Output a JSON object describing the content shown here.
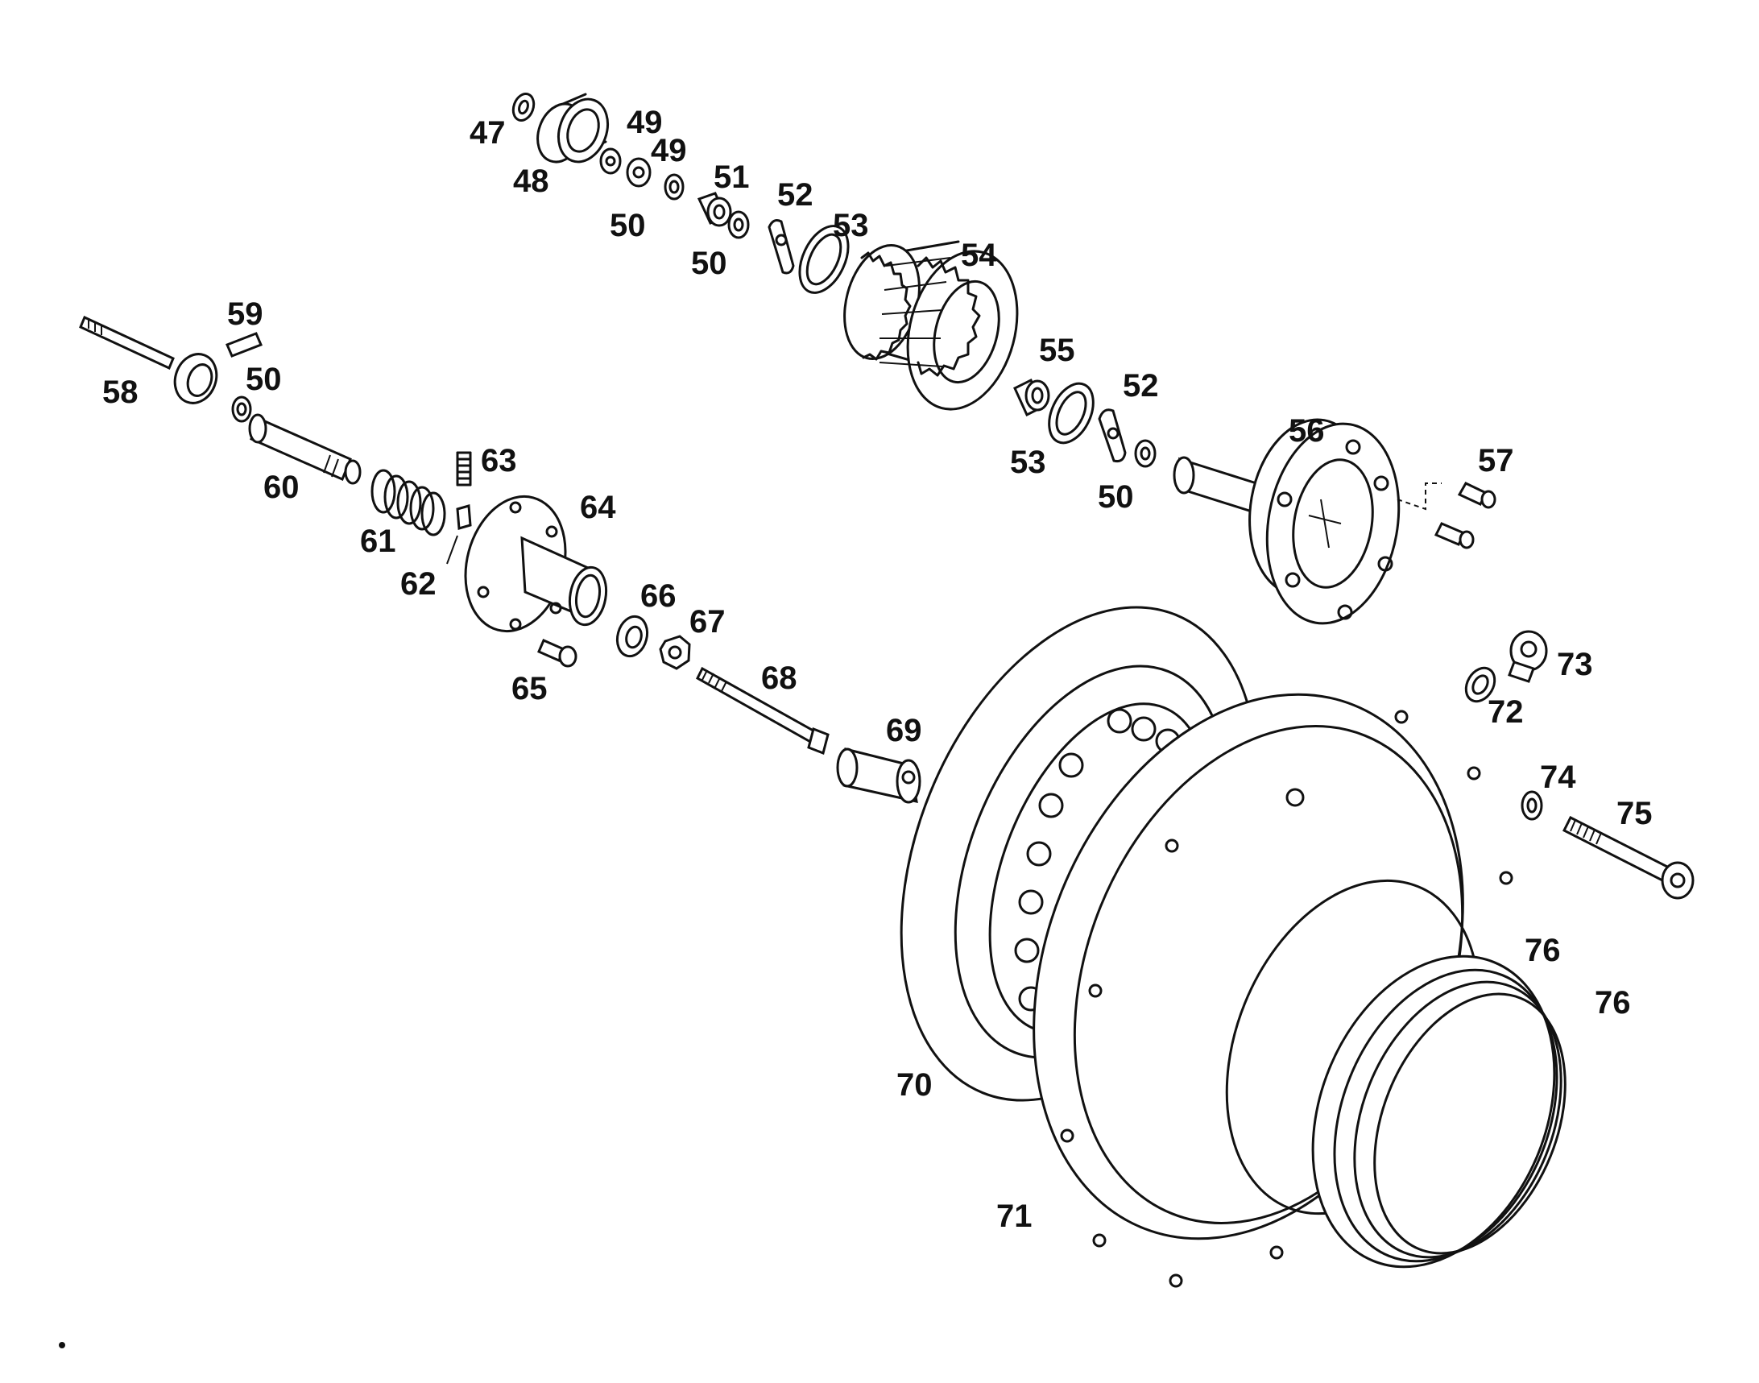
{
  "diagram": {
    "colors": {
      "ink": "#111111",
      "paper": "#ffffff"
    },
    "labels": {
      "l47": "47",
      "l48": "48",
      "l49a": "49",
      "l49b": "49",
      "l50a": "50",
      "l50b": "50",
      "l50c": "50",
      "l50d": "50",
      "l51": "51",
      "l52a": "52",
      "l52b": "52",
      "l53a": "53",
      "l53b": "53",
      "l54": "54",
      "l55": "55",
      "l56": "56",
      "l57": "57",
      "l58": "58",
      "l59": "59",
      "l60": "60",
      "l61": "61",
      "l62": "62",
      "l63": "63",
      "l64": "64",
      "l65": "65",
      "l66": "66",
      "l67": "67",
      "l68": "68",
      "l69": "69",
      "l70": "70",
      "l71": "71",
      "l72": "72",
      "l73": "73",
      "l74": "74",
      "l75": "75",
      "l76a": "76",
      "l76b": "76"
    }
  }
}
